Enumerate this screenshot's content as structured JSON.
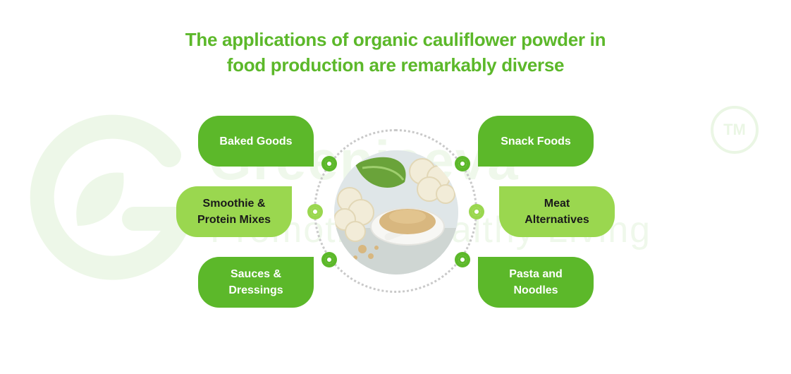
{
  "heading": {
    "line1": "The applications of organic cauliflower powder in",
    "line2": "food production are remarkably diverse"
  },
  "watermark": {
    "brand": "Greenjeeva",
    "tagline": "Promoting Healthy Living",
    "tm": "TM"
  },
  "center_image": {
    "subject": "cauliflower and cauliflower powder on a spoon"
  },
  "applications": {
    "left": [
      {
        "label": "Baked Goods"
      },
      {
        "label": "Smoothie &\nProtein Mixes"
      },
      {
        "label": "Sauces &\nDressings"
      }
    ],
    "right": [
      {
        "label": "Snack Foods"
      },
      {
        "label": "Meat\nAlternatives"
      },
      {
        "label": "Pasta and\nNoodles"
      }
    ]
  },
  "colors": {
    "primary_green": "#5cb82a",
    "light_green": "#9ad74f",
    "ring": "#c9c9c9"
  }
}
